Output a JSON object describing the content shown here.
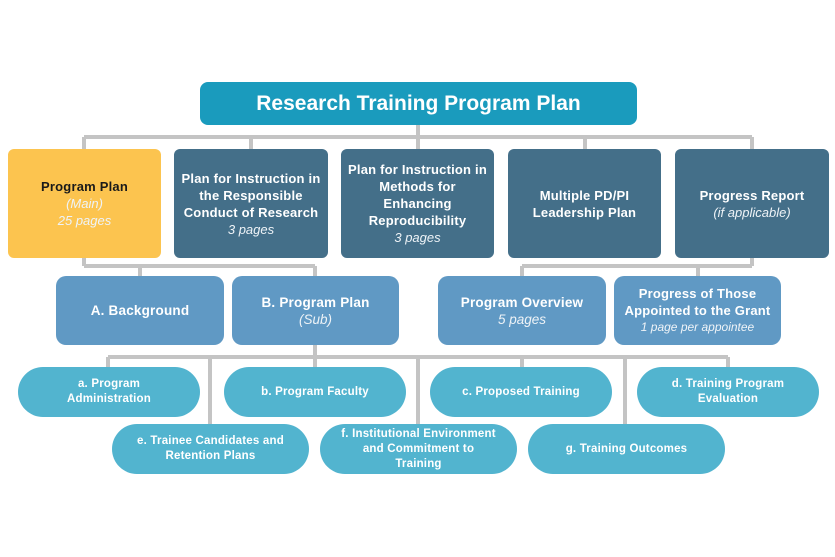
{
  "title": "Research Training Program Plan",
  "colors": {
    "title": "#1a9bbd",
    "level1_main": "#fcc44f",
    "level1": "#446f89",
    "level2": "#6099c4",
    "level3": "#52b4cf",
    "connector": "#c4c4c4"
  },
  "level1": [
    {
      "label": "Program Plan",
      "note": "(Main)",
      "pages": "25 pages"
    },
    {
      "label": "Plan for Instruction in the Responsible Conduct of Research",
      "pages": "3 pages"
    },
    {
      "label": "Plan for Instruction in Methods for Enhancing Reproducibility",
      "pages": "3 pages"
    },
    {
      "label": "Multiple PD/PI Leadership Plan"
    },
    {
      "label": "Progress Report",
      "note": "(if applicable)"
    }
  ],
  "level2": [
    {
      "label": "A. Background"
    },
    {
      "label": "B. Program Plan",
      "note": "(Sub)"
    },
    {
      "label": "Program Overview",
      "pages": "5 pages"
    },
    {
      "label": "Progress of Those Appointed to the Grant",
      "pages": "1 page per appointee"
    }
  ],
  "level3": [
    {
      "label": "a. Program Administration"
    },
    {
      "label": "b. Program Faculty"
    },
    {
      "label": "c. Proposed Training"
    },
    {
      "label": "d. Training Program Evaluation"
    },
    {
      "label": "e. Trainee Candidates and Retention Plans"
    },
    {
      "label": "f. Institutional Environment and Commitment to Training"
    },
    {
      "label": "g. Training Outcomes"
    }
  ]
}
